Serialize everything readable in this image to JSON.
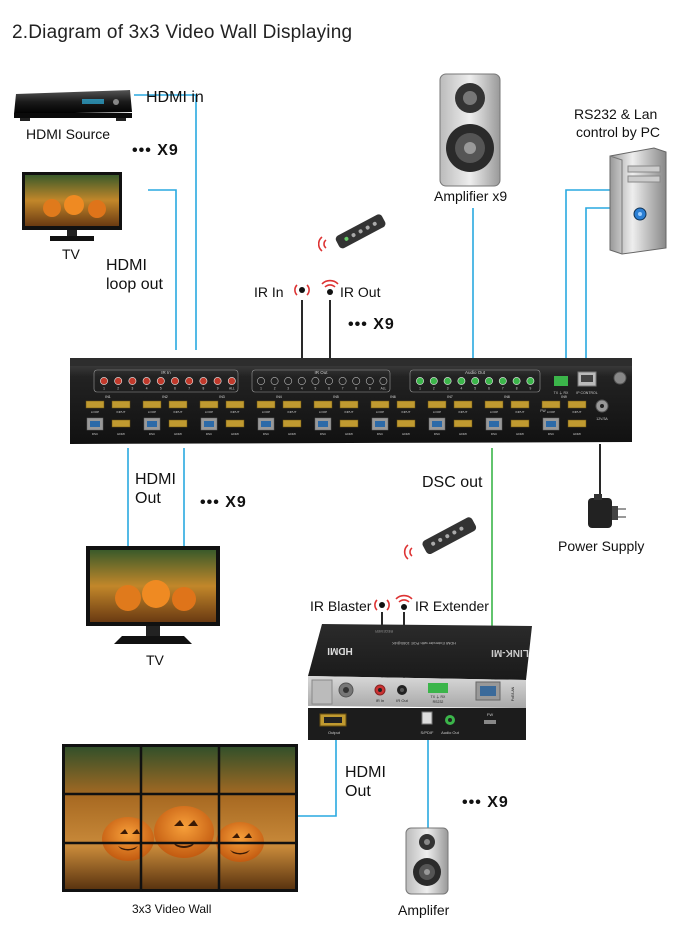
{
  "title": "2.Diagram of 3x3 Video Wall Displaying",
  "labels": {
    "hdmi_source": "HDMI Source",
    "hdmi_in": "HDMI in",
    "tv_top": "TV",
    "hdmi_loop_out_1": "HDMI",
    "hdmi_loop_out_2": "loop out",
    "ir_in": "IR In",
    "ir_out": "IR Out",
    "amplifier_top": "Amplifier x9",
    "rs232_1": "RS232 & Lan",
    "rs232_2": "control by PC",
    "hdmi_out_1": "HDMI",
    "hdmi_out_2": "Out",
    "tv_mid": "TV",
    "dsc_out": "DSC out",
    "power_supply": "Power Supply",
    "ir_blaster": "IR Blaster",
    "ir_extender": "IR Extender",
    "hdmi_out_bottom_1": "HDMI",
    "hdmi_out_bottom_2": "Out",
    "video_wall": "3x3 Video Wall",
    "amplifier_bottom": "Amplifer"
  },
  "multipliers": {
    "m1": "••• X9",
    "m2": "••• X9",
    "m3": "••• X9",
    "m4": "••• X9"
  },
  "device": {
    "ir_in_header": "IR In",
    "ir_out_header": "IR Out",
    "audio_out_header": "Audio Out",
    "ir_numbers": [
      "1",
      "2",
      "3",
      "4",
      "5",
      "6",
      "7",
      "8",
      "9",
      "ALL"
    ],
    "groups": [
      "IN1",
      "IN2",
      "IN3",
      "IN4",
      "IN5",
      "IN6",
      "IN7",
      "IN8",
      "IN9"
    ],
    "loop": "LOOP",
    "input": "INPUT",
    "dsc": "DSC",
    "hdmi": "HDMI",
    "rs232_port": "TX ⏚ RX",
    "ip_control": "IP CONTROL",
    "dc": "12V/3A",
    "fw": "FW"
  },
  "receiver": {
    "brand": "LINK-MI",
    "hdmi_logo": "HDMI",
    "model": "HDMI Extender with POE 1080@4K",
    "receiver_tag": "RECEIVER",
    "ir_in": "IR In",
    "ir_out": "IR Out",
    "rs232": "RS232",
    "rs232_pins": "TX ⏚ RX",
    "output": "Output",
    "spdif": "S/PDIF",
    "audio_out": "Audio Out",
    "fw": "FW",
    "poe": "PoE/LAN"
  },
  "colors": {
    "wire": "#29a9e0",
    "wire_green": "#3bb54a",
    "device_body": "#1e1e1e",
    "tv_bezel": "#111111"
  }
}
